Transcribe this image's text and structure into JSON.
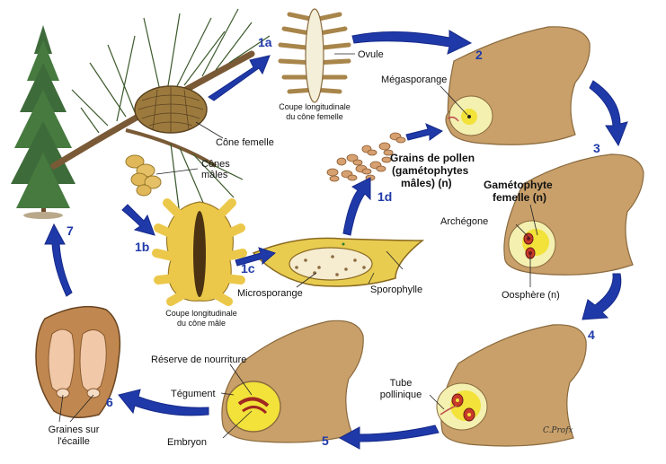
{
  "steps": {
    "s1a": "1a",
    "s1b": "1b",
    "s1c": "1c",
    "s1d": "1d",
    "s2": "2",
    "s3": "3",
    "s4": "4",
    "s5": "5",
    "s6": "6",
    "s7": "7"
  },
  "labels": {
    "ovule": "Ovule",
    "coupe_femelle_1": "Coupe longitudinale",
    "coupe_femelle_2": "du cône femelle",
    "cone_femelle": "Cône femelle",
    "cones_males_1": "Cônes",
    "cones_males_2": "mâles",
    "megasporange": "Mégasporange",
    "grains_1": "Grains de pollen",
    "grains_2": "(gamétophytes",
    "grains_3": "mâles) (n)",
    "gametophyte_1": "Gamétophyte",
    "gametophyte_2": "femelle (n)",
    "archegone": "Archégone",
    "oosphere": "Oosphère (n)",
    "microsporange": "Microsporange",
    "sporophylle": "Sporophylle",
    "coupe_male_1": "Coupe longitudinale",
    "coupe_male_2": "du cône mâle",
    "reserve": "Réserve de nourriture",
    "tegument": "Tégument",
    "embryon": "Embryon",
    "tube_1": "Tube",
    "tube_2": "pollinique",
    "graines_1": "Graines sur",
    "graines_2": "l'écaille",
    "signature": "C.Profx"
  },
  "colors": {
    "arrow": "#1f3aa8",
    "scale": "#c9a06a",
    "yellow": "#f2e23a",
    "embryo": "#b0302a",
    "tree": "#3e6b3a"
  }
}
